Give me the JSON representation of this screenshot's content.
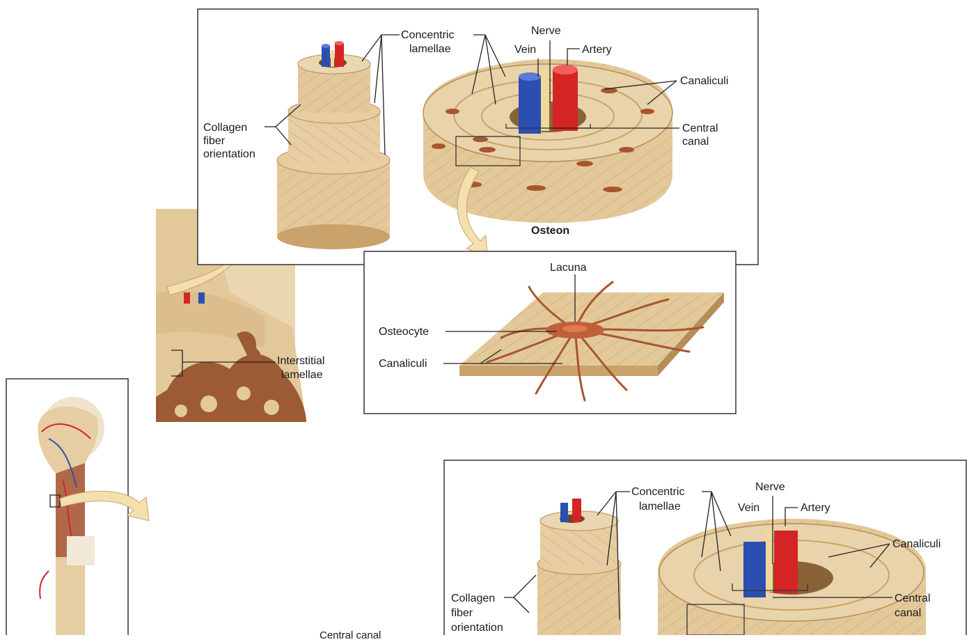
{
  "top_panel": {
    "labels": {
      "concentric_line1": "Concentric",
      "concentric_line2": "lamellae",
      "nerve": "Nerve",
      "vein": "Vein",
      "artery": "Artery",
      "canaliculi": "Canaliculi",
      "central_line1": "Central",
      "central_line2": "canal",
      "collagen_line1": "Collagen",
      "collagen_line2": "fiber",
      "collagen_line3": "orientation",
      "osteon": "Osteon"
    }
  },
  "inset_panel": {
    "labels": {
      "lacuna": "Lacuna",
      "osteocyte": "Osteocyte",
      "canaliculi": "Canaliculi"
    }
  },
  "bone_section": {
    "interstitial_line1": "Interstitial",
    "interstitial_line2": "lamellae"
  },
  "bottom_panel": {
    "labels": {
      "concentric_line1": "Concentric",
      "concentric_line2": "lamellae",
      "nerve": "Nerve",
      "vein": "Vein",
      "artery": "Artery",
      "canaliculi": "Canaliculi",
      "central_line1": "Central",
      "central_line2": "canal",
      "collagen_line1": "Collagen",
      "collagen_line2": "fiber",
      "collagen_line3": "orientation"
    }
  },
  "cropped_caption": "Central canal",
  "colors": {
    "bone": "#e3c89a",
    "bone_dark": "#c9a36b",
    "vein": "#2b4fb0",
    "artery": "#d42424",
    "nerve": "#f0d89a",
    "osteocyte": "#a8552e",
    "spongy": "#9c5a35",
    "arrow": "#f4dfae"
  }
}
